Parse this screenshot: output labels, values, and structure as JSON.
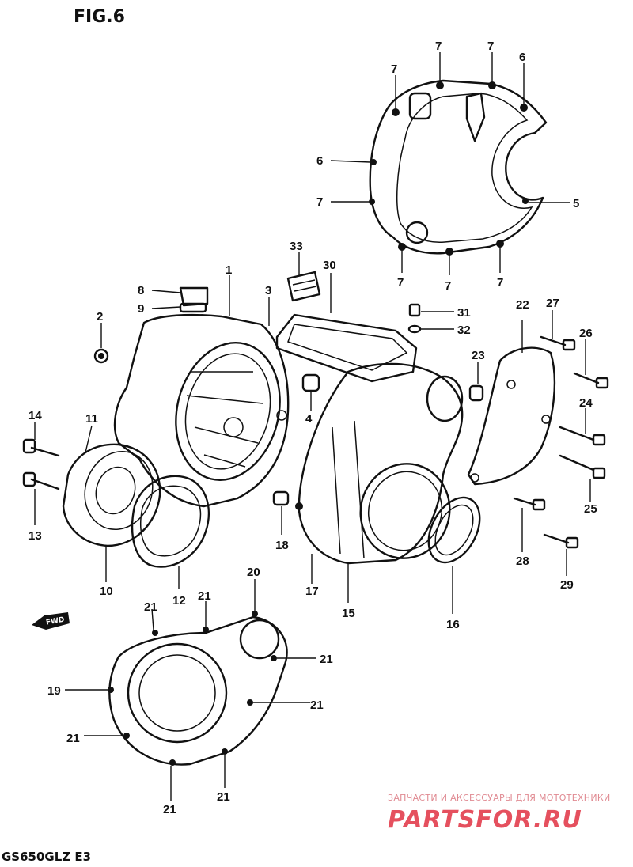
{
  "figure": {
    "title": "FIG.6",
    "model_code": "GS650GLZ E3",
    "fwd_arrow_text": "FWD"
  },
  "watermark": {
    "line1": "ЗАПЧАСТИ И АКСЕССУАРЫ ДЛЯ МОТОТЕХНИКИ",
    "line2": "PARTSFOR.RU",
    "color": "#e5505e"
  },
  "callouts": [
    {
      "id": "c7a",
      "text": "7"
    },
    {
      "id": "c7b",
      "text": "7"
    },
    {
      "id": "c7c",
      "text": "7"
    },
    {
      "id": "c6a",
      "text": "6"
    },
    {
      "id": "c6b",
      "text": "6"
    },
    {
      "id": "c7d",
      "text": "7"
    },
    {
      "id": "c5",
      "text": "5"
    },
    {
      "id": "c7e",
      "text": "7"
    },
    {
      "id": "c7f",
      "text": "7"
    },
    {
      "id": "c7g",
      "text": "7"
    },
    {
      "id": "c33",
      "text": "33"
    },
    {
      "id": "c30",
      "text": "30"
    },
    {
      "id": "c8",
      "text": "8"
    },
    {
      "id": "c9",
      "text": "9"
    },
    {
      "id": "c1",
      "text": "1"
    },
    {
      "id": "c3",
      "text": "3"
    },
    {
      "id": "c2",
      "text": "2"
    },
    {
      "id": "c31",
      "text": "31"
    },
    {
      "id": "c32",
      "text": "32"
    },
    {
      "id": "c22",
      "text": "22"
    },
    {
      "id": "c27",
      "text": "27"
    },
    {
      "id": "c26",
      "text": "26"
    },
    {
      "id": "c23",
      "text": "23"
    },
    {
      "id": "c4",
      "text": "4"
    },
    {
      "id": "c14",
      "text": "14"
    },
    {
      "id": "c11",
      "text": "11"
    },
    {
      "id": "c24",
      "text": "24"
    },
    {
      "id": "c25",
      "text": "25"
    },
    {
      "id": "c13",
      "text": "13"
    },
    {
      "id": "c18",
      "text": "18"
    },
    {
      "id": "c28",
      "text": "28"
    },
    {
      "id": "c29",
      "text": "29"
    },
    {
      "id": "c10",
      "text": "10"
    },
    {
      "id": "c12",
      "text": "12"
    },
    {
      "id": "c17",
      "text": "17"
    },
    {
      "id": "c15",
      "text": "15"
    },
    {
      "id": "c16",
      "text": "16"
    },
    {
      "id": "c20",
      "text": "20"
    },
    {
      "id": "c21a",
      "text": "21"
    },
    {
      "id": "c21b",
      "text": "21"
    },
    {
      "id": "c21c",
      "text": "21"
    },
    {
      "id": "c19",
      "text": "19"
    },
    {
      "id": "c21d",
      "text": "21"
    },
    {
      "id": "c21e",
      "text": "21"
    },
    {
      "id": "c21f",
      "text": "21"
    },
    {
      "id": "c21g",
      "text": "21"
    }
  ]
}
